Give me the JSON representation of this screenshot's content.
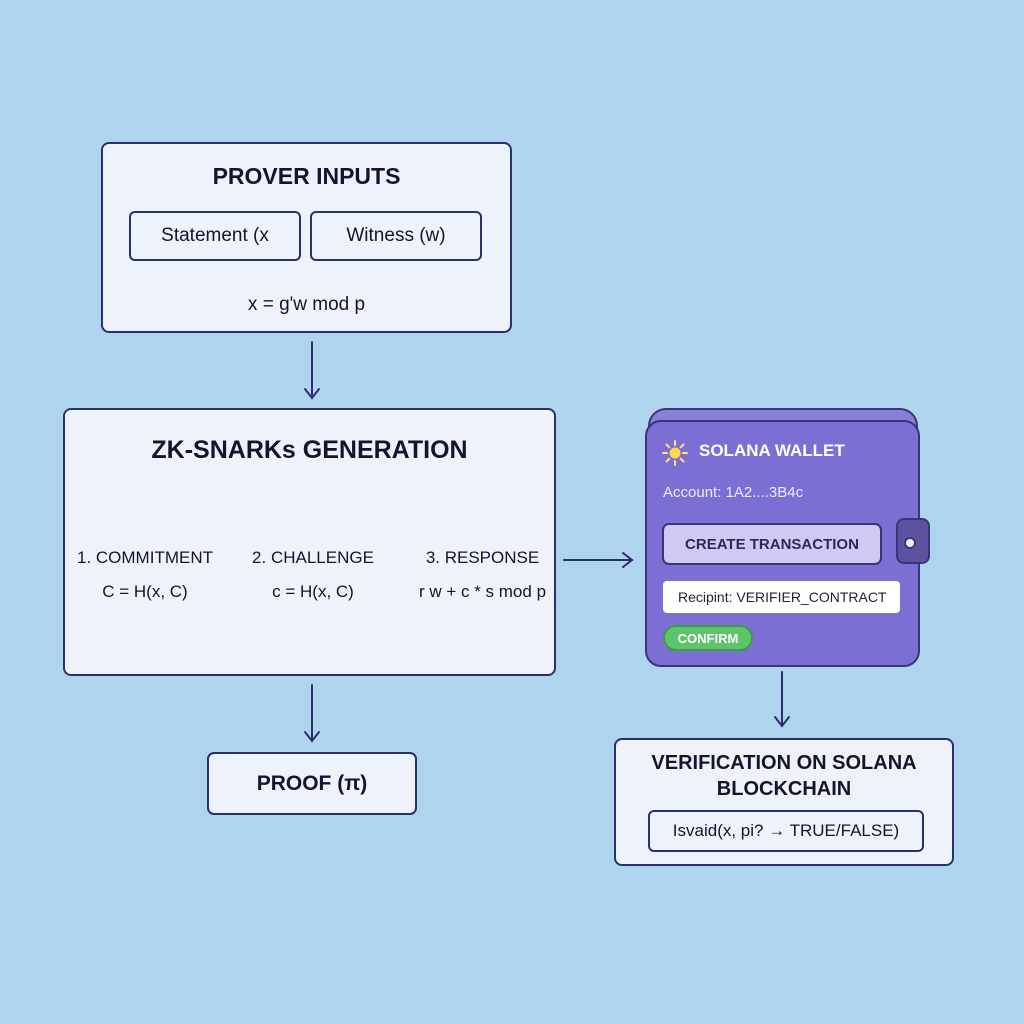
{
  "prover": {
    "title": "PROVER INPUTS",
    "statement": "Statement (x",
    "witness": "Witness (w)",
    "equation": "x = g'w mod p"
  },
  "generation": {
    "title": "ZK-SNARKs GENERATION",
    "steps": [
      {
        "label": "1. COMMITMENT",
        "formula": "C = H(x, C)"
      },
      {
        "label": "2. CHALLENGE",
        "formula": "c = H(x, C)"
      },
      {
        "label": "3. RESPONSE",
        "formula": "r w + c * s mod p"
      }
    ]
  },
  "proof": {
    "label": "PROOF (π)"
  },
  "wallet": {
    "title": "SOLANA WALLET",
    "account": "Account: 1A2....3B4c",
    "create_button": "CREATE TRANSACTION",
    "recipient": "Recipint: VERIFIER_CONTRACT",
    "confirm_button": "CONFIRM",
    "icons": {
      "logo": "sun-icon",
      "clasp": "wallet-clasp-icon"
    }
  },
  "verification": {
    "title_line1": "VERIFICATION ON SOLANA",
    "title_line2": "BLOCKCHAIN",
    "formula": "Isvaid(x, pi? → TRUE/FALSE)"
  },
  "colors": {
    "background": "#afd4ee",
    "box_fill": "#eef3fb",
    "stroke": "#2a2f6e",
    "wallet": "#7b6fd3",
    "confirm": "#5ec46b"
  }
}
